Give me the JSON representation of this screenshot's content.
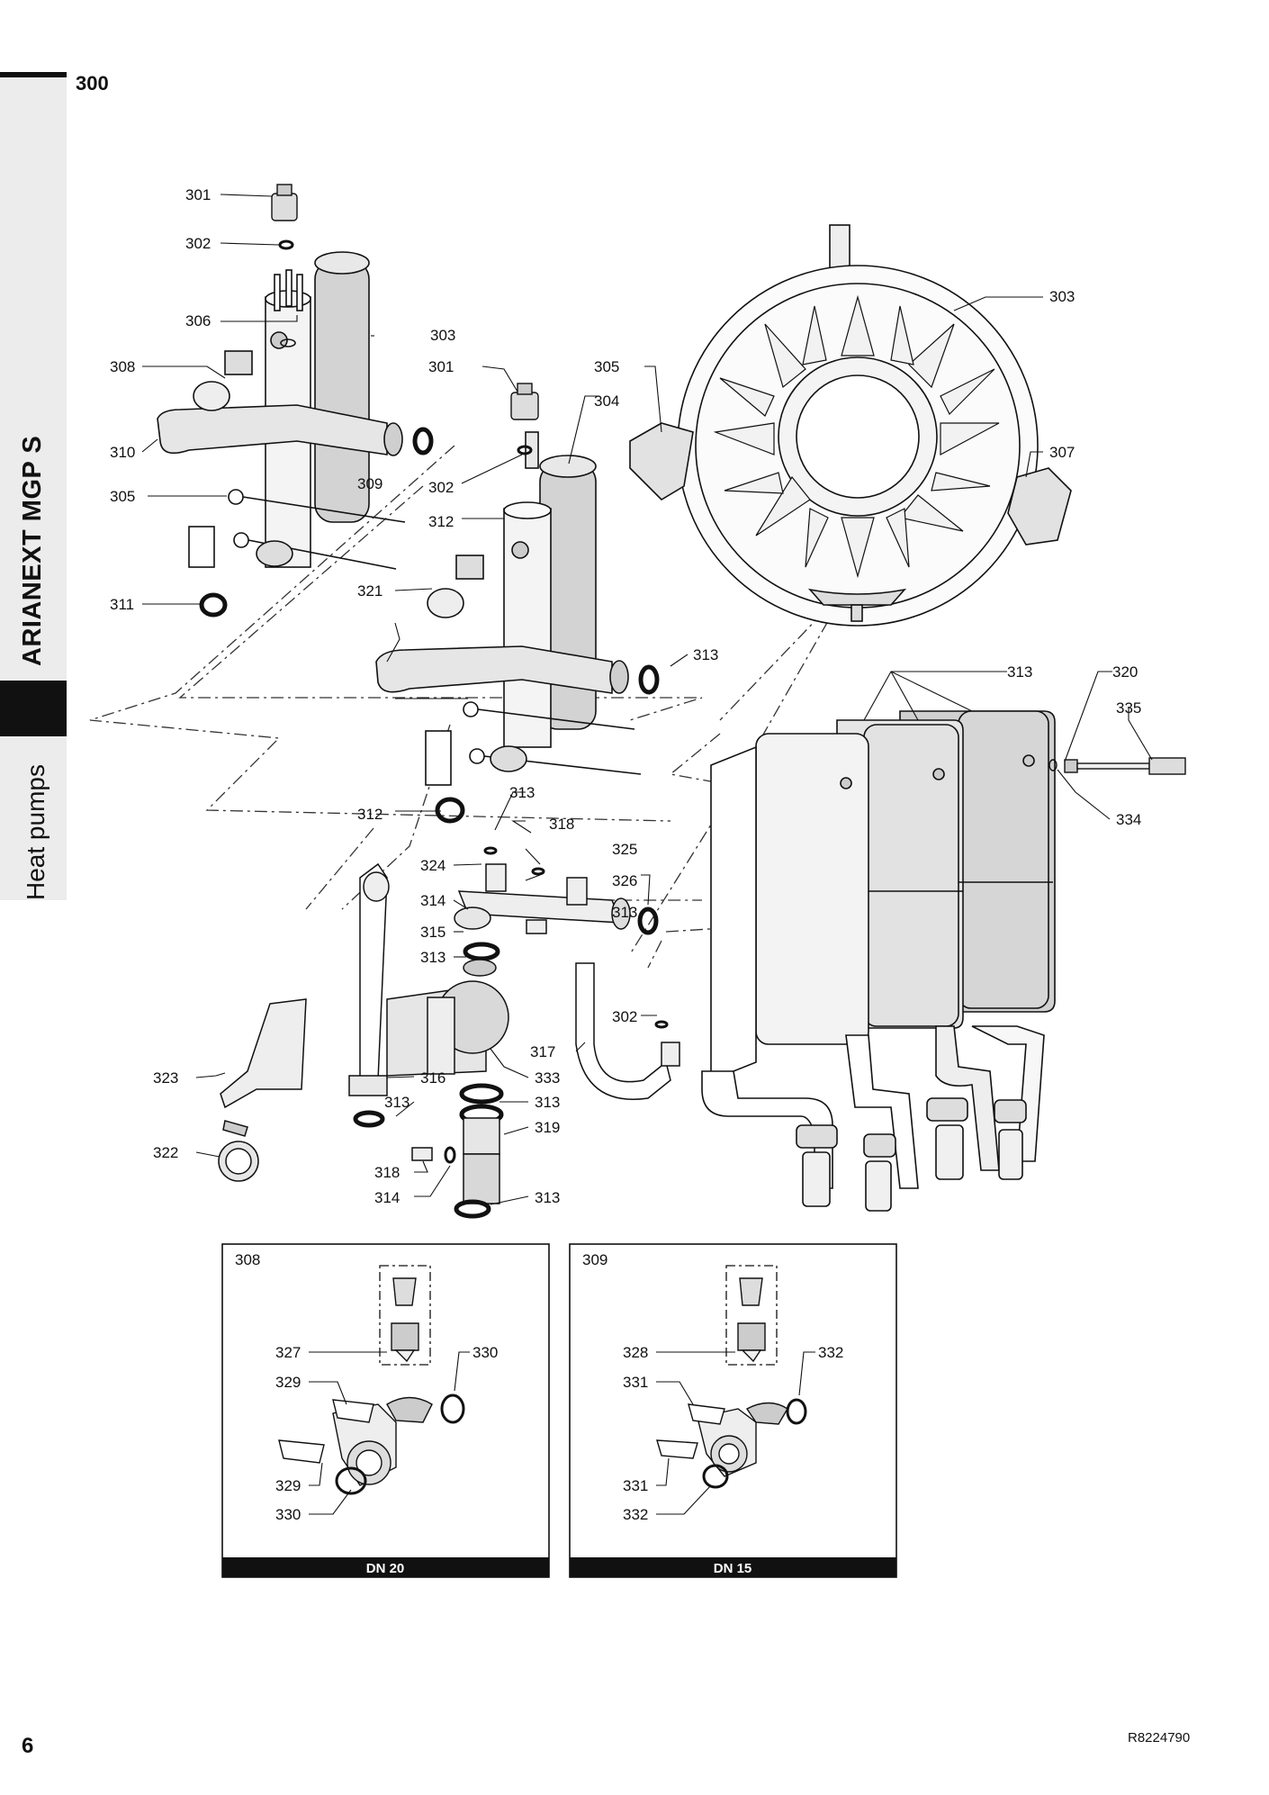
{
  "section_number": "300",
  "sidebar": {
    "brand": "ARIANEXT MGP S",
    "section": "Heat pumps"
  },
  "page_number": "6",
  "doc_ref": "R8224790",
  "insets": [
    {
      "id": "308",
      "footer": "DN 20",
      "labels": [
        "327",
        "329",
        "330",
        "329",
        "330"
      ]
    },
    {
      "id": "309",
      "footer": "DN 15",
      "labels": [
        "328",
        "331",
        "332",
        "331",
        "332"
      ]
    }
  ],
  "callouts": [
    "301",
    "302",
    "306",
    "303",
    "308",
    "301",
    "305",
    "303",
    "304",
    "310",
    "302",
    "307",
    "305",
    "312",
    "309",
    "313",
    "311",
    "313",
    "320",
    "335",
    "321",
    "312",
    "313",
    "318",
    "324",
    "325",
    "314",
    "326",
    "315",
    "313",
    "313",
    "302",
    "334",
    "317",
    "323",
    "316",
    "333",
    "313",
    "313",
    "319",
    "322",
    "318",
    "314",
    "313"
  ],
  "colors": {
    "ink": "#111111",
    "sidebar": "#ececec",
    "part_fill": "#e4e4e4",
    "part_dark": "#cfcfcf"
  }
}
